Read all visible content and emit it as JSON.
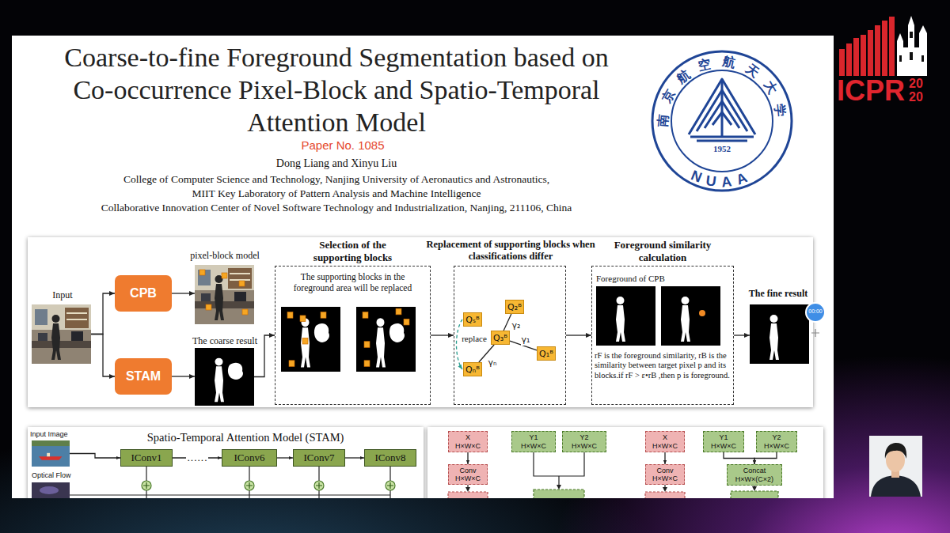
{
  "diagram": {
    "title": "Coarse-to-fine Foreground Segmentation based on Co-occurrence Pixel-Block and Spatio-Temporal Attention Model",
    "nodes": [
      {
        "text": [
          "Input"
        ]
      },
      {
        "text": [
          "CPB"
        ]
      },
      {
        "text": [
          "STAM"
        ]
      },
      {
        "text": [
          "pixel-block model"
        ]
      },
      {
        "text": [
          "The coarse result"
        ]
      },
      {
        "text": [
          "Selection of the supporting blocks",
          "The supporting blocks in the foreground area will be replaced"
        ]
      },
      {
        "text": [
          "Replacement of supporting blocks when classifications differ"
        ]
      },
      {
        "text": [
          "Q₂ᴮ"
        ],
        "in": 6
      },
      {
        "text": [
          "Qₛᴮ"
        ],
        "in": 6
      },
      {
        "text": [
          "Q₃ᴮ"
        ],
        "in": 6
      },
      {
        "text": [
          "Q₁ᴮ"
        ],
        "in": 6
      },
      {
        "text": [
          "Qₙᴮ"
        ],
        "in": 6
      },
      {
        "text": [
          "Foreground similarity calculation",
          "Foreground of CPB",
          "rF is the foreground similarity, rB is the similarity between target pixel p and its blocks.if rF > ε•rB ,then p is foreground."
        ]
      },
      {
        "text": [
          "The fine result"
        ]
      },
      {
        "text": [
          "Spatio-Temporal Attention Model (STAM)"
        ]
      },
      {
        "text": [
          "Input Image"
        ],
        "in": 14
      },
      {
        "text": [
          "IConv1"
        ],
        "in": 14
      },
      {
        "text": [
          "IConv6"
        ],
        "in": 14
      },
      {
        "text": [
          "IConv7"
        ],
        "in": 14
      },
      {
        "text": [
          "IConv8"
        ],
        "in": 14
      },
      {
        "text": [
          "X",
          "H×W×C"
        ]
      },
      {
        "text": [
          "Y1",
          "H×W×C"
        ]
      },
      {
        "text": [
          "Y2",
          "H×W×C"
        ]
      },
      {
        "text": [
          "Conv",
          "H×W×C"
        ]
      },
      {
        "text": [
          "X",
          "H×W×C"
        ]
      },
      {
        "text": [
          "Y1",
          "H×W×C"
        ]
      },
      {
        "text": [
          "Y2",
          "H×W×C"
        ]
      },
      {
        "text": [
          "Conv",
          "H×W×C"
        ]
      },
      {
        "text": [
          "Concat",
          "H×W×(C×2)"
        ]
      }
    ],
    "edges": [
      {
        "from": 0,
        "to": 1,
        "arrow": "to"
      },
      {
        "from": 0,
        "to": 2,
        "arrow": "to"
      },
      {
        "from": 1,
        "to": 3,
        "arrow": "to"
      },
      {
        "from": 2,
        "to": 4,
        "arrow": "to"
      },
      {
        "from": 4,
        "to": 5,
        "arrow": "to"
      },
      {
        "from": 5,
        "to": 6,
        "arrow": "to"
      },
      {
        "from": 6,
        "to": 12,
        "arrow": "to"
      },
      {
        "from": 12,
        "to": 13,
        "arrow": "to"
      },
      {
        "from": 9,
        "to": 7,
        "label": "γ₂",
        "arrow": "none"
      },
      {
        "from": 9,
        "to": 10,
        "label": "γ₁",
        "arrow": "none"
      },
      {
        "from": 9,
        "to": 11,
        "label": "γₙ",
        "arrow": "none"
      },
      {
        "from": 8,
        "to": 11,
        "label": "replace",
        "arrow": "to"
      },
      {
        "from": 15,
        "to": 16,
        "arrow": "to"
      },
      {
        "from": 16,
        "to": 17,
        "label": "······",
        "arrow": "to"
      },
      {
        "from": 17,
        "to": 18,
        "arrow": "to"
      },
      {
        "from": 18,
        "to": 19,
        "arrow": "to"
      },
      {
        "from": 20,
        "to": 23,
        "arrow": "to"
      },
      {
        "from": 24,
        "to": 27,
        "arrow": "to"
      },
      {
        "from": 25,
        "to": 28,
        "arrow": "to"
      },
      {
        "from": 26,
        "to": 28,
        "arrow": "to"
      }
    ],
    "labels": [
      "Paper No. 1085",
      "Dong Liang and Xinyu Liu",
      "College of Computer Science and Technology, Nanjing University of Aeronautics and Astronautics,",
      "MIIT Key Laboratory of Pattern Analysis and Machine Intelligence",
      "Collaborative Innovation Center of Novel Software Technology and Industrialization, Nanjing, 211106, China",
      "南京航空航天大学",
      "1952",
      "NUAA",
      "00:00",
      "Optical Flow",
      "ICPR",
      "20",
      "20"
    ]
  }
}
